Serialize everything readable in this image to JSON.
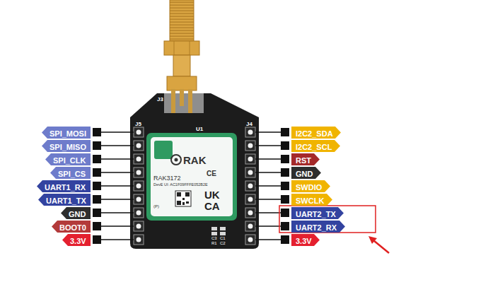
{
  "diagram": {
    "nodes": [
      {
        "text": [
          "SPI_MOSI"
        ]
      },
      {
        "text": [
          "SPI_MISO"
        ]
      },
      {
        "text": [
          "SPI_CLK"
        ]
      },
      {
        "text": [
          "SPI_CS"
        ]
      },
      {
        "text": [
          "UART1_RX"
        ]
      },
      {
        "text": [
          "UART1_TX"
        ]
      },
      {
        "text": [
          "GND"
        ]
      },
      {
        "text": [
          "BOOT0"
        ]
      },
      {
        "text": [
          "3.3V"
        ]
      },
      {
        "text": [
          "I2C2_SDA"
        ]
      },
      {
        "text": [
          "I2C2_SCL"
        ]
      },
      {
        "text": [
          "RST"
        ]
      },
      {
        "text": [
          "GND"
        ]
      },
      {
        "text": [
          "SWDIO"
        ]
      },
      {
        "text": [
          "SWCLK"
        ]
      },
      {
        "text": [
          "UART2_TX"
        ]
      },
      {
        "text": [
          "UART2_RX"
        ]
      },
      {
        "text": [
          "3.3V"
        ]
      }
    ],
    "labels": [
      "J3",
      "J5",
      "U1",
      "J4",
      "RAK",
      "CE",
      "RAK3172",
      "DevE UI: AC1F09FFFE052B2E",
      "UK",
      "CA",
      "(P)",
      "C3",
      "C1",
      "R1",
      "C2"
    ]
  }
}
